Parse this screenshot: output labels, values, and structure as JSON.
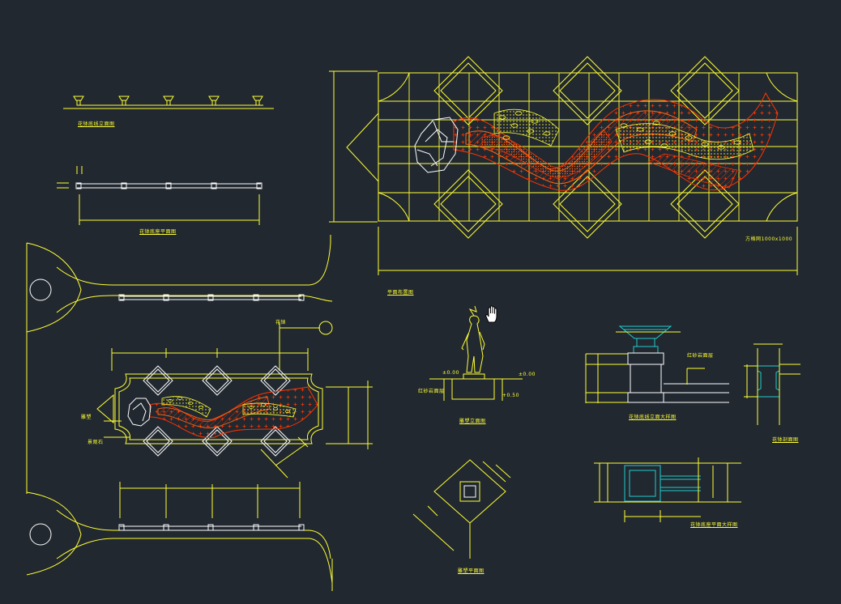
{
  "labels": {
    "elevation_top": "花钵底线立面图",
    "plan_strip": "花钵底座平面图",
    "plan_main": "平面布置图",
    "grid_note": "方格网1000x1000",
    "statue_elev": "雕塑立面图",
    "pot_detail_elev": "花钵底线立面大样图",
    "pot_section": "花钵剖面图",
    "pot_detail_plan": "花钵底座平面大样图",
    "statue_plan": "雕塑平面图",
    "red_stone": "红砂岩面层",
    "red_stone_2": "红砂岩面层",
    "flower_pot": "花钵",
    "sculpture": "雕塑",
    "stone_rock": "景观石",
    "lv1": "±0.00",
    "lv2": "±0.00",
    "lv3": "+0.50"
  },
  "icons": {
    "cursor": "hand-cursor-icon"
  },
  "colors": {
    "background": "#212830",
    "line_yellow": "#ffff33",
    "line_white": "#ffffff",
    "hatch_red": "#ff3300",
    "hatch_orange": "#ff7711",
    "line_cyan": "#22cccc"
  }
}
